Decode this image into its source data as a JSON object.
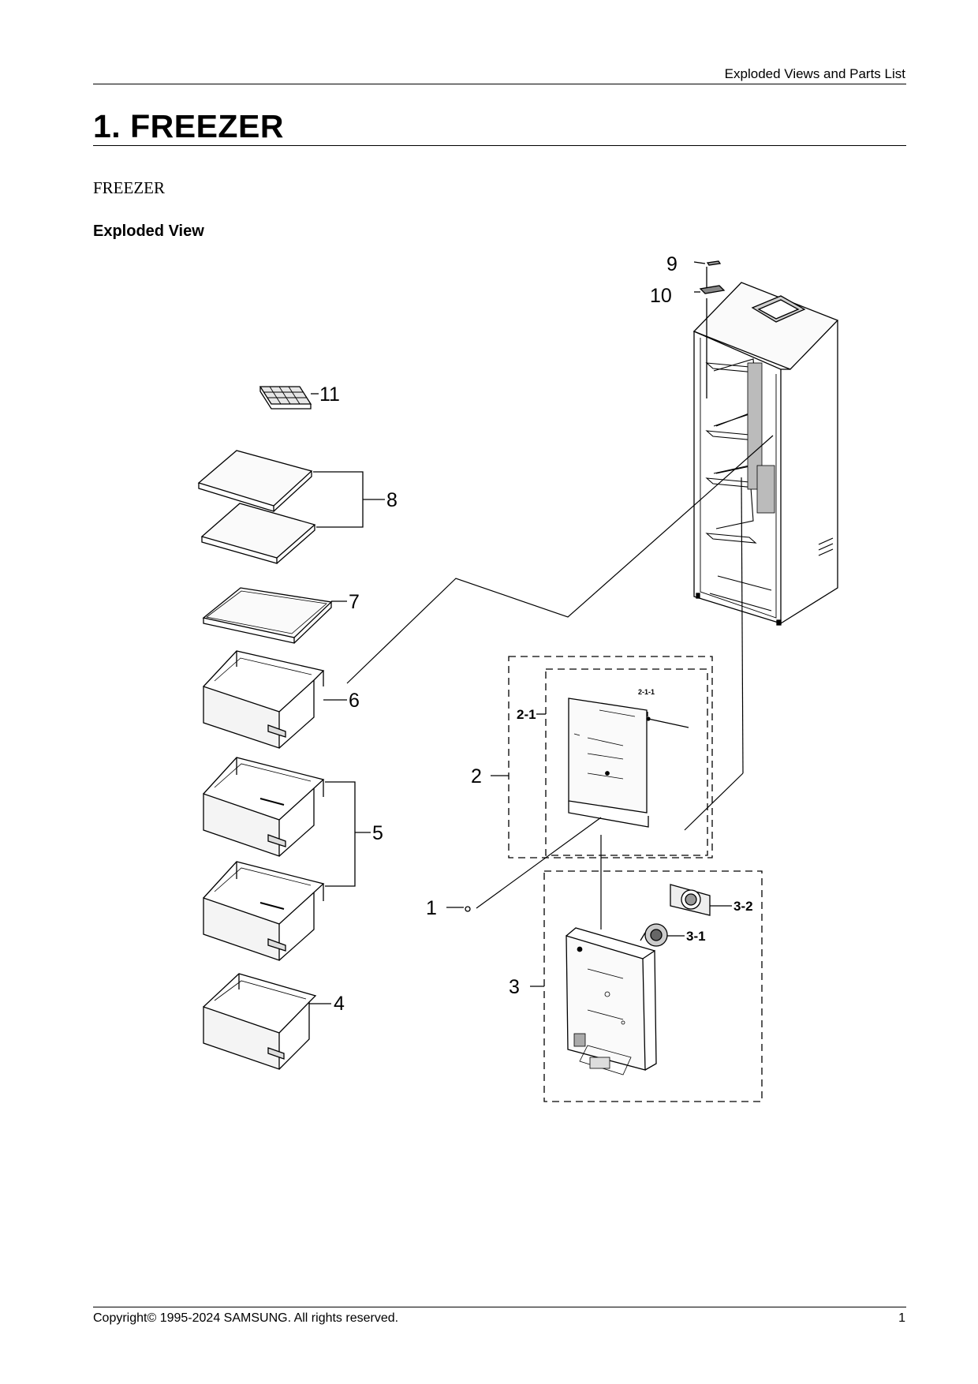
{
  "header": {
    "text": "Exploded Views and Parts List"
  },
  "section_title": "1.  FREEZER",
  "sub_title": "FREEZER",
  "view_title": "Exploded View",
  "callouts": {
    "c1": "1",
    "c2": "2",
    "c2_1": "2-1",
    "c2_1_1": "2-1-1",
    "c3": "3",
    "c3_1": "3-1",
    "c3_2": "3-2",
    "c4": "4",
    "c5": "5",
    "c6": "6",
    "c7": "7",
    "c8": "8",
    "c9": "9",
    "c10": "10",
    "c11": "11"
  },
  "footer": {
    "copyright": "Copyright© 1995-2024 SAMSUNG. All rights reserved.",
    "page_number": "1"
  }
}
